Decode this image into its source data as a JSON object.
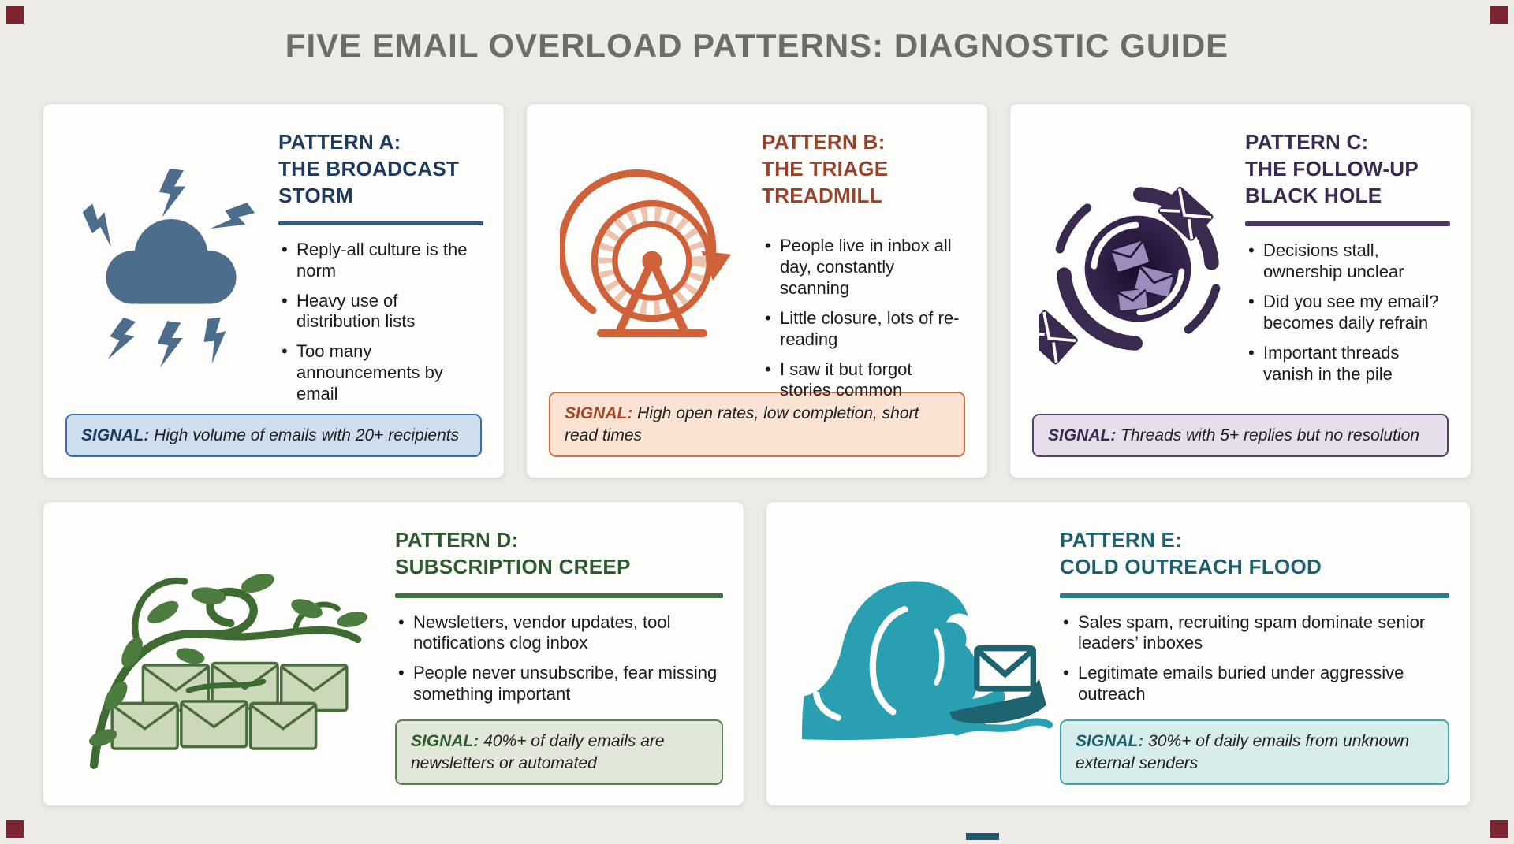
{
  "page": {
    "title": "FIVE EMAIL OVERLOAD PATTERNS: DIAGNOSTIC GUIDE",
    "background_color": "#edebe6",
    "title_color": "#6e6c68",
    "corner_accent_color": "#7d2433",
    "footer_accent_color": "#235a70"
  },
  "cards": [
    {
      "id": "A",
      "icon": "storm-cloud-lightning-icon",
      "title_label": "PATTERN A:",
      "title_name": "THE BROADCAST STORM",
      "bullets": [
        "Reply-all culture is the norm",
        "Heavy use of distribution lists",
        "Too many announcements by email"
      ],
      "signal_label": "SIGNAL:",
      "signal_text": "High volume of emails with 20+ recipients",
      "colors": {
        "title": "#1e3a5e",
        "accent": "#2b5c8f",
        "icon": "#4d6d8d",
        "signal_bg": "#cfdeef",
        "signal_border": "#3c6ea5",
        "signal_label": "#1e3a5e"
      }
    },
    {
      "id": "B",
      "icon": "hamster-wheel-icon",
      "title_label": "PATTERN B:",
      "title_name": "THE TRIAGE TREADMILL",
      "bullets": [
        "People live in inbox all day, constantly scanning",
        "Little closure, lots of re-reading",
        "I saw it but forgot stories common"
      ],
      "signal_label": "SIGNAL:",
      "signal_text": "High open rates, low completion, short read times",
      "colors": {
        "title": "#96432b",
        "accent": "#d47142",
        "icon": "#cf6239",
        "signal_bg": "#fae3d3",
        "signal_border": "#d47142",
        "signal_label": "#a3492a"
      }
    },
    {
      "id": "C",
      "icon": "black-hole-swirl-envelopes-icon",
      "title_label": "PATTERN C:",
      "title_name": "THE FOLLOW-UP BLACK HOLE",
      "bullets": [
        "Decisions stall, ownership unclear",
        "Did you see my email? becomes daily refrain",
        "Important threads vanish in the pile"
      ],
      "signal_label": "SIGNAL:",
      "signal_text": "Threads with 5+ replies but no resolution",
      "colors": {
        "title": "#3a2a50",
        "accent": "#4d3566",
        "icon": "#3b2a4f",
        "signal_bg": "#e5deeb",
        "signal_border": "#554069",
        "signal_label": "#3a2a50"
      }
    },
    {
      "id": "D",
      "icon": "vine-overgrown-envelopes-icon",
      "title_label": "PATTERN D:",
      "title_name": "SUBSCRIPTION CREEP",
      "bullets": [
        "Newsletters, vendor updates, tool notifications clog inbox",
        "People never unsubscribe, fear missing something important"
      ],
      "signal_label": "SIGNAL:",
      "signal_text": "40%+ of daily emails are newsletters or automated",
      "colors": {
        "title": "#2d5a2e",
        "accent": "#40703f",
        "icon": "#3e6b31",
        "signal_bg": "#e1e8d9",
        "signal_border": "#5a8252",
        "signal_label": "#2d5a2e"
      }
    },
    {
      "id": "E",
      "icon": "tidal-wave-boat-envelope-icon",
      "title_label": "PATTERN E:",
      "title_name": "COLD OUTREACH FLOOD",
      "bullets": [
        "Sales spam, recruiting spam dominate senior leaders’ inboxes",
        "Legitimate emails buried under aggressive outreach"
      ],
      "signal_label": "SIGNAL:",
      "signal_text": "30%+ of daily emails from unknown external senders",
      "colors": {
        "title": "#1d5f6e",
        "accent": "#2a7d8c",
        "icon": "#2a9fb2",
        "signal_bg": "#d7edeb",
        "signal_border": "#3fa7b4",
        "signal_label": "#1d5f6e"
      }
    }
  ]
}
